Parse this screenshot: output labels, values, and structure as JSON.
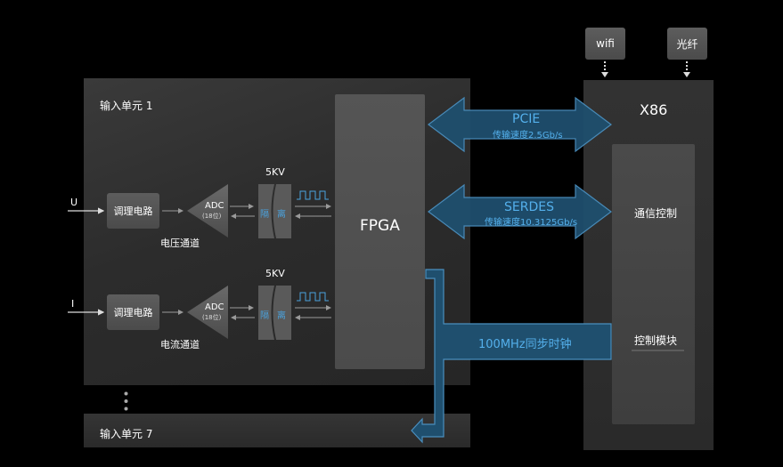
{
  "input_unit_1": {
    "title": "输入单元 1"
  },
  "input_unit_7": {
    "title": "输入单元 7"
  },
  "voltage_channel": {
    "signal": "U",
    "conditioning": "调理电路",
    "adc": "ADC",
    "adc_bits": "(18位)",
    "isolation_kv": "5KV",
    "isolation_chars": [
      "隔",
      "离"
    ],
    "channel_name": "电压通道"
  },
  "current_channel": {
    "signal": "I",
    "conditioning": "调理电路",
    "adc": "ADC",
    "adc_bits": "(18位)",
    "isolation_kv": "5KV",
    "isolation_chars": [
      "隔",
      "离"
    ],
    "channel_name": "电流通道"
  },
  "fpga": {
    "label": "FPGA"
  },
  "links": {
    "pcie": {
      "name": "PCIE",
      "speed": "传输速度2.5Gb/s"
    },
    "serdes": {
      "name": "SERDES",
      "speed": "传输速度10.3125Gb/s"
    },
    "sync": {
      "name": "100MHz同步时钟"
    }
  },
  "x86": {
    "title": "X86",
    "comm_control": "通信控制",
    "control_module": "控制模块"
  },
  "inputs_top": {
    "wifi": "wifi",
    "fiber": "光纤"
  },
  "colors": {
    "arrow_fill": "#1f4f6e",
    "arrow_stroke": "#4a8fbf",
    "accent_text": "#54b0ec",
    "panel": "#2e2e2e"
  }
}
